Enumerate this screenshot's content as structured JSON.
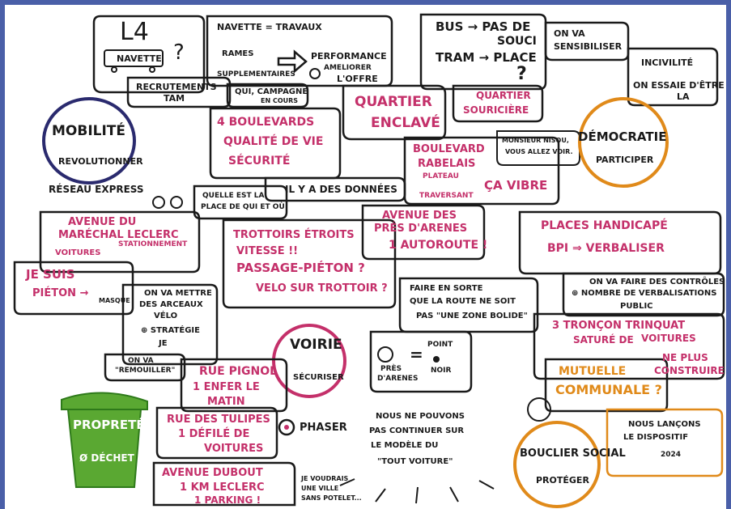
{
  "l4": {
    "title": "L4",
    "bus": "NAVETTE",
    "q": "?",
    "rec1": "RECRUTEMENTS",
    "rec2": "TaM"
  },
  "navette": {
    "l1": "NAVETTE = TRAVAUX",
    "rames": "RAMES",
    "supp": "SUPPLEMENTAIRES",
    "perf": "PERFORMANCE",
    "ameli": "AMELIORER",
    "offre": "L'OFFRE"
  },
  "campagne": {
    "l1": "QUI, CAMPAGNE",
    "l2": "EN COURS"
  },
  "bus": {
    "l1": "BUS → PAS DE",
    "l2": "SOUCI",
    "l3": "TRAM → PLACE",
    "q": "?"
  },
  "sensib": {
    "l1": "ON VA",
    "l2": "SENSIBILISER"
  },
  "incivi": {
    "l1": "INCIVILITÉ",
    "l2": "ON ESSAIE D'ÊTRE",
    "l3": "LA"
  },
  "quartier": {
    "l1": "QUARTIER",
    "l2": "SOURICIÈRE"
  },
  "enclave": {
    "l1": "QUARTIER",
    "l2": "ENCLAVÉ"
  },
  "mobilite": {
    "l1": "MOBILITÉ",
    "l2": "REVOLUTIONNER",
    "l3": "RÉSEAU EXPRESS"
  },
  "boulevards": {
    "l1": "4 BOULEVARDS",
    "l2": "QUALITÉ DE VIE",
    "l3": "SÉCURITÉ"
  },
  "donnees": {
    "l1": "IL Y A DES DONNÉES"
  },
  "quelle": {
    "l1": "QUELLE EST LA",
    "l2": "PLACE DE QUI ET OÙ"
  },
  "rabelais": {
    "l1": "BOULEVARD",
    "l2": "RABELAIS",
    "plateau": "PLATEAU",
    "traversant": "TRAVERSANT",
    "vibre": "ÇA VIBRE"
  },
  "nisou": {
    "l1": "MONSIEUR NISOU,",
    "l2": "VOUS ALLEZ VOIR."
  },
  "democratie": {
    "l1": "DÉMOCRATIE",
    "l2": "PARTICIPER"
  },
  "marechal": {
    "l1": "AVENUE DU",
    "l2": "MARÉCHAL LECLERC",
    "voitures": "VOITURES",
    "station": "STATIONNEMENT"
  },
  "trottoirs": {
    "l1": "TROTTOIRS ÉTROITS",
    "l2": "VITESSE !!",
    "l3": "PASSAGE-PIÉTON ?",
    "l4": "VELO SUR TROTTOIR ?"
  },
  "pres": {
    "l1": "AVENUE DES",
    "l2": "PRÉS D'ARENES",
    "l3": "1 AUTOROUTE !"
  },
  "faire": {
    "l1": "FAIRE EN SORTE",
    "l2": "QUE LA ROUTE NE SOIT",
    "l3": "PAS \"UNE ZONE BOLIDE\""
  },
  "handi": {
    "l1": "PLACES HANDICAPÉ",
    "l2": "BPI ⇒ VERBALISER"
  },
  "controles": {
    "l1": "ON VA FAIRE DES CONTRÔLES",
    "l2": "⊕ NOMBRE DE VERBALISATIONS",
    "l3": "PUBLIC"
  },
  "pieton": {
    "l1": "JE SUIS",
    "l2": "PIÉTON →",
    "masque": "MASQUE"
  },
  "arceaux": {
    "l1": "ON VA METTRE",
    "l2": "DES ARCEAUX",
    "l3": "VÉLO",
    "l4": "⊕ STRATÉGIE",
    "l5": "JE"
  },
  "voirie": {
    "l1": "VOIRIE",
    "l2": "SÉCURISER"
  },
  "point": {
    "l1": "PRÈS",
    "l2": "D'ARENES",
    "eq": "=",
    "l3": "POINT",
    "l4": "NOIR"
  },
  "troncon": {
    "l1": "3 TRONÇON TRINQUAT",
    "l2": "SATURÉ DE",
    "l3": "VOITURES",
    "l4": "NE PLUS",
    "l5": "CONSTRUIRE"
  },
  "remouiller": {
    "l1": "ON VA",
    "l2": "\"REMOUILLER\""
  },
  "pignol": {
    "l1": "RUE PIGNOL",
    "l2": "1 ENFER LE",
    "l3": "MATIN"
  },
  "mutuelle": {
    "l1": "MUTUELLE",
    "l2": "COMMUNALE ?"
  },
  "proprete": {
    "l1": "PROPRETÉ",
    "l2": "Ø DÉCHET"
  },
  "tulipes": {
    "l1": "RUE DES TULIPES",
    "l2": "1 DÉFILÉ DE",
    "l3": "VOITURES"
  },
  "phaser": {
    "l1": "PHASER"
  },
  "continuer": {
    "l1": "NOUS NE POUVONS",
    "l2": "PAS CONTINUER SUR",
    "l3": "LE MODÈLE DU",
    "l4": "\"TOUT VOITURE\""
  },
  "lancons": {
    "l1": "NOUS LANÇONS",
    "l2": "LE DISPOSITIF",
    "l3": "2024"
  },
  "bouclier": {
    "l1": "BOUCLIER SOCIAL",
    "l2": "PROTÉGER"
  },
  "dubout": {
    "l1": "AVENUE DUBOUT",
    "l2": "1 KM LECLERC",
    "l3": "1 PARKING !"
  },
  "ville": {
    "l1": "JE VOUDRAIS",
    "l2": "UNE VILLE",
    "l3": "SANS POTELET..."
  },
  "colors": {
    "ink": "#1a1a1a",
    "pink": "#c4306a",
    "orange": "#e08a1a",
    "green": "#5aa832",
    "navy": "#2a2a6e",
    "frame": "#4a5fa8"
  }
}
